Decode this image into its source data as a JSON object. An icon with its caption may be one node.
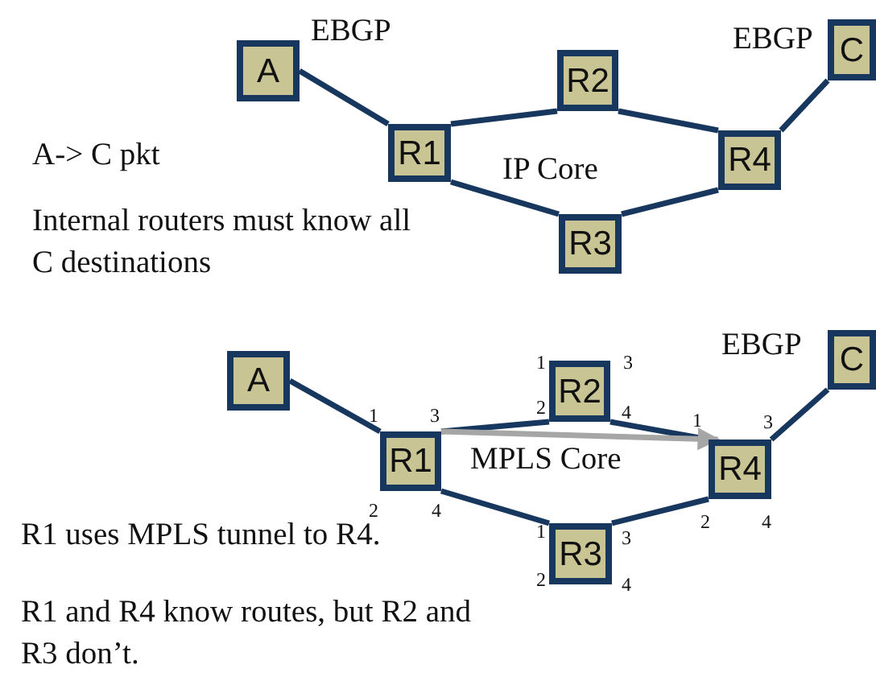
{
  "diagram": {
    "nodes": [
      {
        "text": [
          "A"
        ]
      },
      {
        "text": [
          "R1"
        ]
      },
      {
        "text": [
          "R2"
        ]
      },
      {
        "text": [
          "R3"
        ]
      },
      {
        "text": [
          "R4"
        ]
      },
      {
        "text": [
          "C"
        ]
      },
      {
        "text": [
          "A"
        ]
      },
      {
        "text": [
          "R1"
        ]
      },
      {
        "text": [
          "R2"
        ]
      },
      {
        "text": [
          "R3"
        ]
      },
      {
        "text": [
          "R4"
        ]
      },
      {
        "text": [
          "C"
        ]
      }
    ],
    "edges": [
      {
        "from": 0,
        "to": 1,
        "arrow": "none"
      },
      {
        "from": 1,
        "to": 2,
        "arrow": "none"
      },
      {
        "from": 1,
        "to": 3,
        "arrow": "none"
      },
      {
        "from": 2,
        "to": 4,
        "arrow": "none"
      },
      {
        "from": 3,
        "to": 4,
        "arrow": "none"
      },
      {
        "from": 4,
        "to": 5,
        "arrow": "none"
      },
      {
        "from": 6,
        "to": 7,
        "arrow": "none"
      },
      {
        "from": 7,
        "to": 8,
        "arrow": "none"
      },
      {
        "from": 7,
        "to": 9,
        "arrow": "none"
      },
      {
        "from": 8,
        "to": 10,
        "arrow": "none"
      },
      {
        "from": 9,
        "to": 10,
        "arrow": "none"
      },
      {
        "from": 10,
        "to": 11,
        "arrow": "none"
      },
      {
        "from": 7,
        "to": 10,
        "arrow": "to",
        "color": "#a6a6a6"
      }
    ],
    "labels": [
      "EBGP",
      "EBGP",
      "A-> C pkt",
      "IP Core",
      "Internal routers must know all C destinations",
      "1",
      "3",
      "EBGP",
      "2",
      "1",
      "3",
      "4",
      "1",
      "3",
      "MPLS Core",
      "2",
      "4",
      "R1 uses MPLS tunnel to R4.",
      "2",
      "4",
      "1",
      "3",
      "2",
      "4",
      "R1 and R4 know routes, but R2 and R3 don’t."
    ]
  }
}
